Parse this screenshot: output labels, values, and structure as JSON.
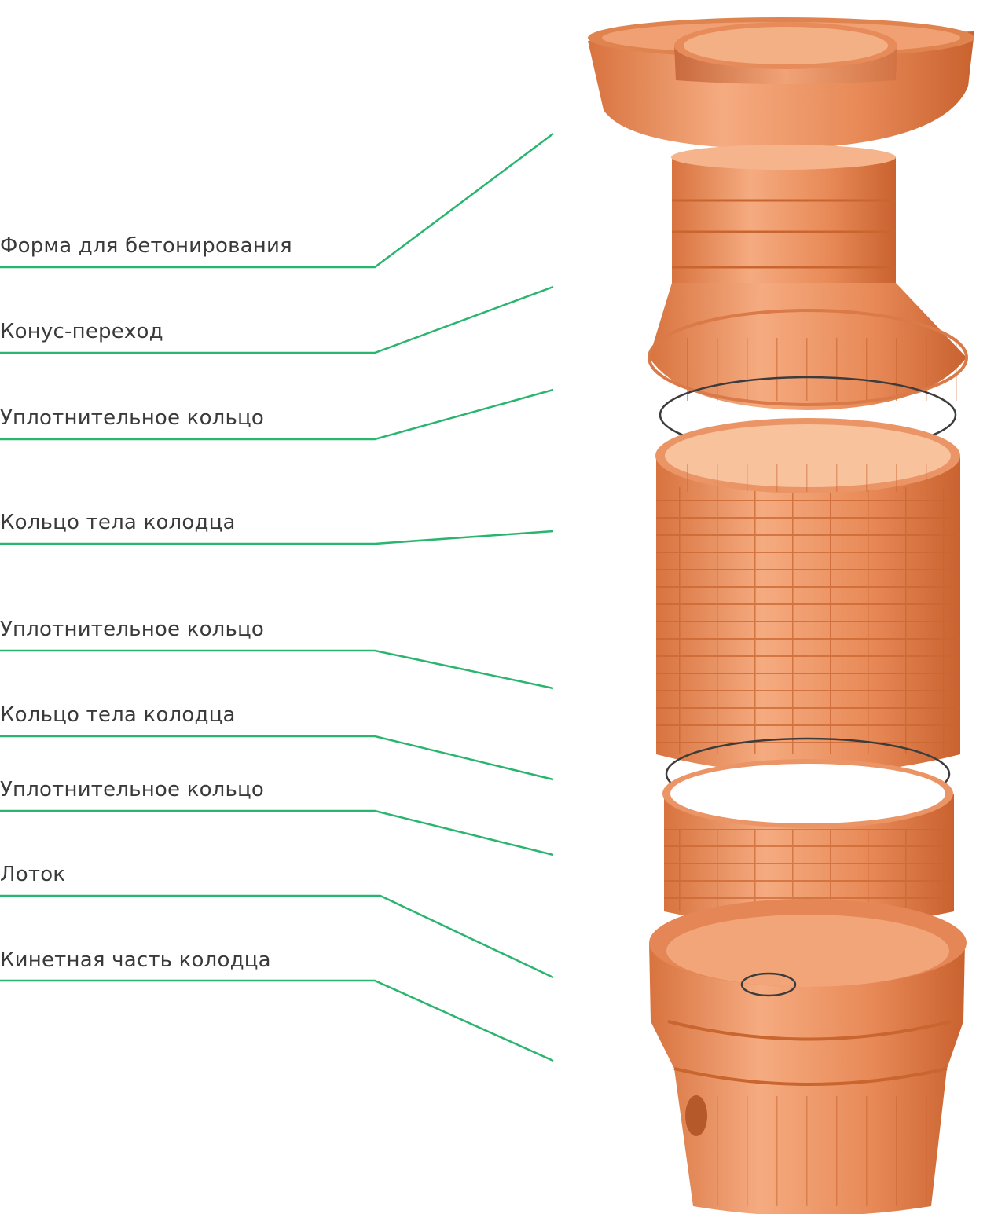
{
  "colors": {
    "leader_line": "#2ab56f",
    "label_text": "#3a3a3a",
    "plastic": "#e8895a",
    "plastic_dark": "#c86a3e",
    "plastic_light": "#f5b48b",
    "seal_ring": "#3c3c3c"
  },
  "labels": [
    "Форма для бетонирования",
    "Конус-переход",
    "Уплотнительное кольцо",
    "Кольцо тела колодца",
    "Уплотнительное кольцо",
    "Кольцо тела колодца",
    "Уплотнительное кольцо",
    "Лоток",
    "Кинетная часть колодца"
  ]
}
